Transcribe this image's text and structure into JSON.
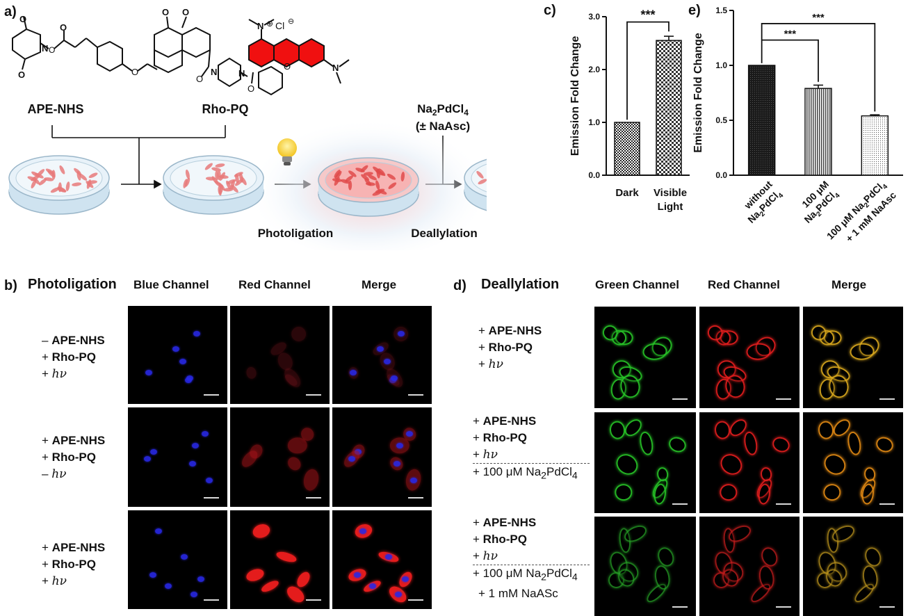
{
  "panel_a": {
    "label": "a)",
    "compound_1": "APE-NHS",
    "compound_2": "Rho-PQ",
    "counterion": "Cl",
    "reagent_line1": "Na",
    "reagent_sub1": "2",
    "reagent_mid": "PdCl",
    "reagent_sub2": "4",
    "reagent_line2": "(± NaAsc)",
    "step_1": "Photoligation",
    "step_2": "Deallylation"
  },
  "panel_b": {
    "label": "b)",
    "title": "Photoligation",
    "col_1": "Blue Channel",
    "col_2": "Red Channel",
    "col_3": "Merge",
    "rows": [
      {
        "l1s": "–",
        "l1": "APE-NHS",
        "l2s": "+",
        "l2": "Rho-PQ",
        "l3s": "+",
        "l3": "hν"
      },
      {
        "l1s": "+",
        "l1": "APE-NHS",
        "l2s": "+",
        "l2": "Rho-PQ",
        "l3s": "–",
        "l3": "hν"
      },
      {
        "l1s": "+",
        "l1": "APE-NHS",
        "l2s": "+",
        "l2": "Rho-PQ",
        "l3s": "+",
        "l3": "hν"
      }
    ]
  },
  "panel_d": {
    "label": "d)",
    "title": "Deallylation",
    "col_1": "Green Channel",
    "col_2": "Red Channel",
    "col_3": "Merge",
    "rows": [
      {
        "l1s": "+",
        "l1": "APE-NHS",
        "l2s": "+",
        "l2": "Rho-PQ",
        "l3s": "+",
        "l3": "hν"
      },
      {
        "l1s": "+",
        "l1": "APE-NHS",
        "l2s": "+",
        "l2": "Rho-PQ",
        "l3s": "+",
        "l3": "hν",
        "l4": "+ 100 μM Na",
        "l4sub1": "2",
        "l4b": "PdCl",
        "l4sub2": "4"
      },
      {
        "l1s": "+",
        "l1": "APE-NHS",
        "l2s": "+",
        "l2": "Rho-PQ",
        "l3s": "+",
        "l3": "hν",
        "l4": "+ 100 μM Na",
        "l4sub1": "2",
        "l4b": "PdCl",
        "l4sub2": "4",
        "l5": "+ 1 mM NaASc"
      }
    ]
  },
  "chart_data": [
    {
      "type": "bar",
      "label": "c)",
      "categories": [
        "Dark",
        "Visible Light"
      ],
      "values": [
        1.0,
        2.55
      ],
      "errors": [
        0.0,
        0.08
      ],
      "ylabel": "Emission Fold Change",
      "ylim": [
        0,
        3.0
      ],
      "yticks": [
        "0.0",
        "1.0",
        "2.0",
        "3.0"
      ],
      "yticks_values": [
        0,
        1,
        2,
        3
      ],
      "significance": "***"
    },
    {
      "type": "bar",
      "label": "e)",
      "categories": [
        "without Na2PdCl4",
        "100 μM Na2PdCl4",
        "100 μM Na2PdCl4 + 1 mM NaAsc"
      ],
      "values": [
        1.0,
        0.79,
        0.54
      ],
      "errors": [
        0.0,
        0.03,
        0.01
      ],
      "ylabel": "Emission Fold Change",
      "ylim": [
        0,
        1.5
      ],
      "yticks": [
        "0.0",
        "0.5",
        "1.0",
        "1.5"
      ],
      "yticks_values": [
        0,
        0.5,
        1,
        1.5
      ],
      "significance": [
        "***",
        "***"
      ]
    }
  ]
}
